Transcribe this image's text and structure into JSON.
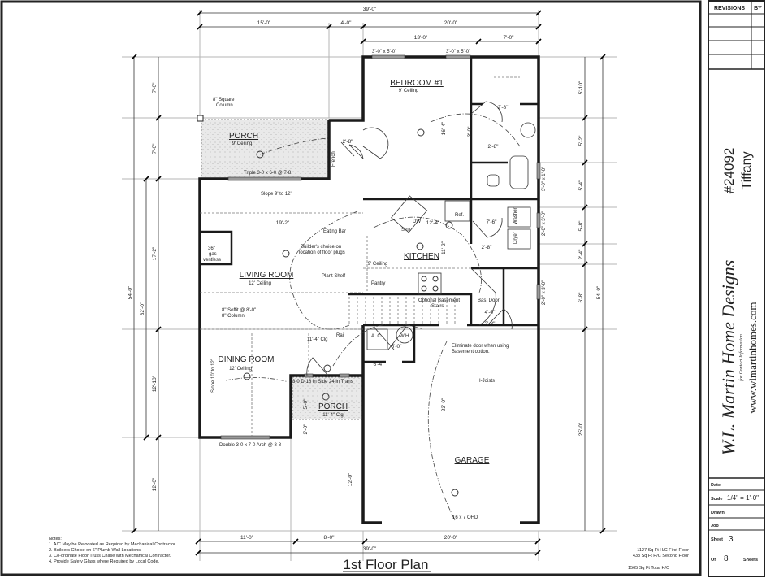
{
  "title_block": {
    "revisions_header": "REVISIONS",
    "by_header": "BY",
    "plan_number": "#24092",
    "plan_name": "Tiffany",
    "company": "W.L. Martin Home Designs",
    "contact_note": "for Contact Information",
    "website": "www.wlmartinhomes.com",
    "date_label": "Date",
    "scale_label": "Scale",
    "scale_value": "1/4\" = 1'-0\"",
    "drawn_label": "Drawn",
    "job_label": "Job",
    "sheet_label": "Sheet",
    "sheet_number": "3",
    "of_label": "Of",
    "total_sheets": "8",
    "sheets_label": "Sheets"
  },
  "plan_title": "1st Floor Plan",
  "notes": {
    "heading": "Notes:",
    "items": [
      "1.  A/C May be Relocated as Required by Mechanical Contractor.",
      "2.  Builders Choice on 6\" Plumb Wall Locations.",
      "3.  Co-ordinate Floor Truss Chase with Mechanical Contractor.",
      "4.  Provide Safety Glass where Required by Local Code."
    ]
  },
  "area_summary": [
    "1127 Sq Ft H/C First Floor",
    "438 Sq Ft H/C Second Floor",
    "1565 Sq Ft Total H/C"
  ],
  "rooms": {
    "bedroom": {
      "name": "BEDROOM #1",
      "ceiling": "9' Ceiling"
    },
    "porch_side": {
      "name": "PORCH",
      "ceiling": "9' Ceiling"
    },
    "living": {
      "name": "LIVING ROOM",
      "ceiling": "12' Ceiling"
    },
    "kitchen": {
      "name": "KITCHEN",
      "ceiling": "9' Ceiling"
    },
    "dining": {
      "name": "DINING ROOM",
      "ceiling": "12' Ceiling"
    },
    "porch_front": {
      "name": "PORCH",
      "ceiling": "11'-4\" Clg"
    },
    "garage": {
      "name": "GARAGE"
    }
  },
  "annotations": {
    "column": "8\" Square",
    "column2": "Column",
    "triple_door": "Triple 3-0 x 6-0 @ 7-8",
    "french": "French",
    "slope_living": "Slope 9' to 12'",
    "eating_bar": "Eating Bar",
    "floor_plugs1": "Builder's choice on",
    "floor_plugs2": "location of floor plugs",
    "vent1": "36\"",
    "vent2": "gas",
    "vent3": "ventless",
    "plant_shelf": "Plant Shelf",
    "pantry": "Pantry",
    "sink": "Sink",
    "dw": "DW",
    "ref": "Ref.",
    "washer": "Washer",
    "dryer": "Dryer",
    "bsmt_stairs1": "Optional Basement",
    "bsmt_stairs2": "Stairs",
    "bsmt_door": "Bas. Door",
    "soffit1": "8\" Soffit @ 8'-0\"",
    "soffit2": "8\" Column",
    "rail": "Rail",
    "clg_11": "11'-4\" Clg",
    "ac": "A. C.",
    "wh": "W.H.",
    "eliminate1": "Eliminate door when using",
    "eliminate2": "Basement option.",
    "slope_dining": "Slope 10' to 12'",
    "side_window": "3-0 D-18 in Side 24 in Trans",
    "arch": "Double 3-0 x 7-0 Arch @ 8-8",
    "ijoists": "I-Joists",
    "ohd": "16 x 7 OHD",
    "win1": "3'-0\" x 5'-0\"",
    "win2": "3'-0\" x 5'-0\"",
    "win3": "3'-0\" x 1'-0\"",
    "win4": "2'-0\" x 3'-0\"",
    "win5": "2'-0\" x 3'-0\""
  },
  "dimensions": {
    "top_overall": "39'-0\"",
    "top_a": "15'-0\"",
    "top_b": "4'-0\"",
    "top_c": "20'-0\"",
    "top_d": "13'-0\"",
    "top_e": "7'-0\"",
    "bottom_overall": "39'-0\"",
    "bottom_a": "11'-0\"",
    "bottom_b": "8'-0\"",
    "bottom_c": "20'-0\"",
    "left_overall": "54'-0\"",
    "left_32": "32'-0\"",
    "left_a": "7'-0\"",
    "left_b": "7'-0\"",
    "left_c": "17'-2\"",
    "left_d": "12'-10\"",
    "left_e": "12'-0\"",
    "right_overall": "54'-0\"",
    "right_a": "5'-10\"",
    "right_b": "5'-2\"",
    "right_c": "5'-4\"",
    "right_d": "5'-8\"",
    "right_e": "2'-4\"",
    "right_f": "6'-8\"",
    "right_g": "25'-0\"",
    "living_width": "19'-2\"",
    "kitchen_width": "12'-4\"",
    "kitchen_depth": "11'-2\"",
    "bedroom_depth": "16'-4\"",
    "garage_depth": "23'-0\"",
    "laundry": "7'-6\"",
    "stairs_4": "4'-0\"",
    "mech_5": "5'-0\"",
    "mech_6": "6'-4\"",
    "porch_12": "12'-0\"",
    "porch_2": "2'-0\"",
    "porch_5": "5'-0\"",
    "door_28a": "2'-8\"",
    "door_28b": "2'-8\"",
    "door_28c": "2'-8\"",
    "door_28d": "2'-8\"",
    "door_28e": "2'-8\"",
    "door_30": "3'-0\""
  }
}
